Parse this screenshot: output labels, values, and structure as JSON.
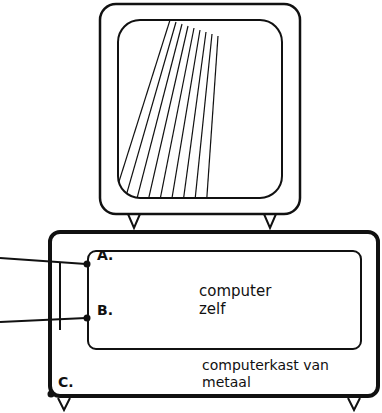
{
  "diagram": {
    "nodes": [
      {
        "text": [
          "computerkast van metaal"
        ]
      },
      {
        "text": [
          "computer zelf"
        ],
        "in": 0
      }
    ],
    "labels": [
      "A.",
      "B.",
      "C."
    ]
  }
}
